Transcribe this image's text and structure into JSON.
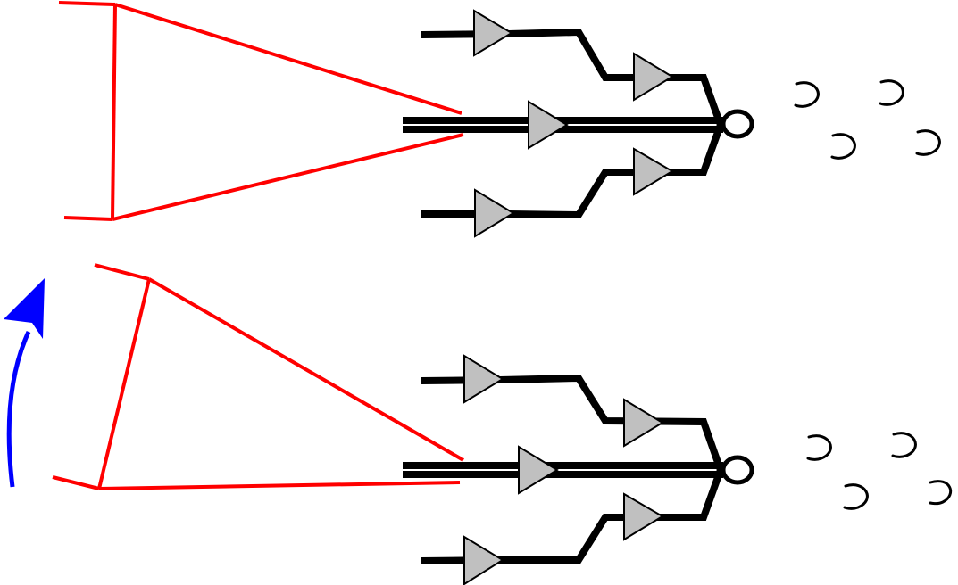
{
  "colors": {
    "background": "#ffffff",
    "beam": "#ff0000",
    "rotation_arrow": "#0000ff",
    "line": "#000000",
    "triangle_fill": "#c0c0c0",
    "triangle_stroke": "#000000"
  },
  "diagram": {
    "panels": [
      {
        "name": "top-panel",
        "beam_shape": "trapezoid"
      },
      {
        "name": "bottom-panel",
        "beam_shape": "tilted-trapezoid"
      }
    ],
    "rotation_arrow": {
      "direction": "counterclockwise",
      "icon": "curved-arrow-up-icon"
    },
    "symbols": {
      "icon": "horseshoe-icon",
      "count_per_panel": 4
    },
    "branch_pattern": {
      "amplifiers_per_panel": 5,
      "icon": "triangle-amplifier-icon"
    }
  }
}
